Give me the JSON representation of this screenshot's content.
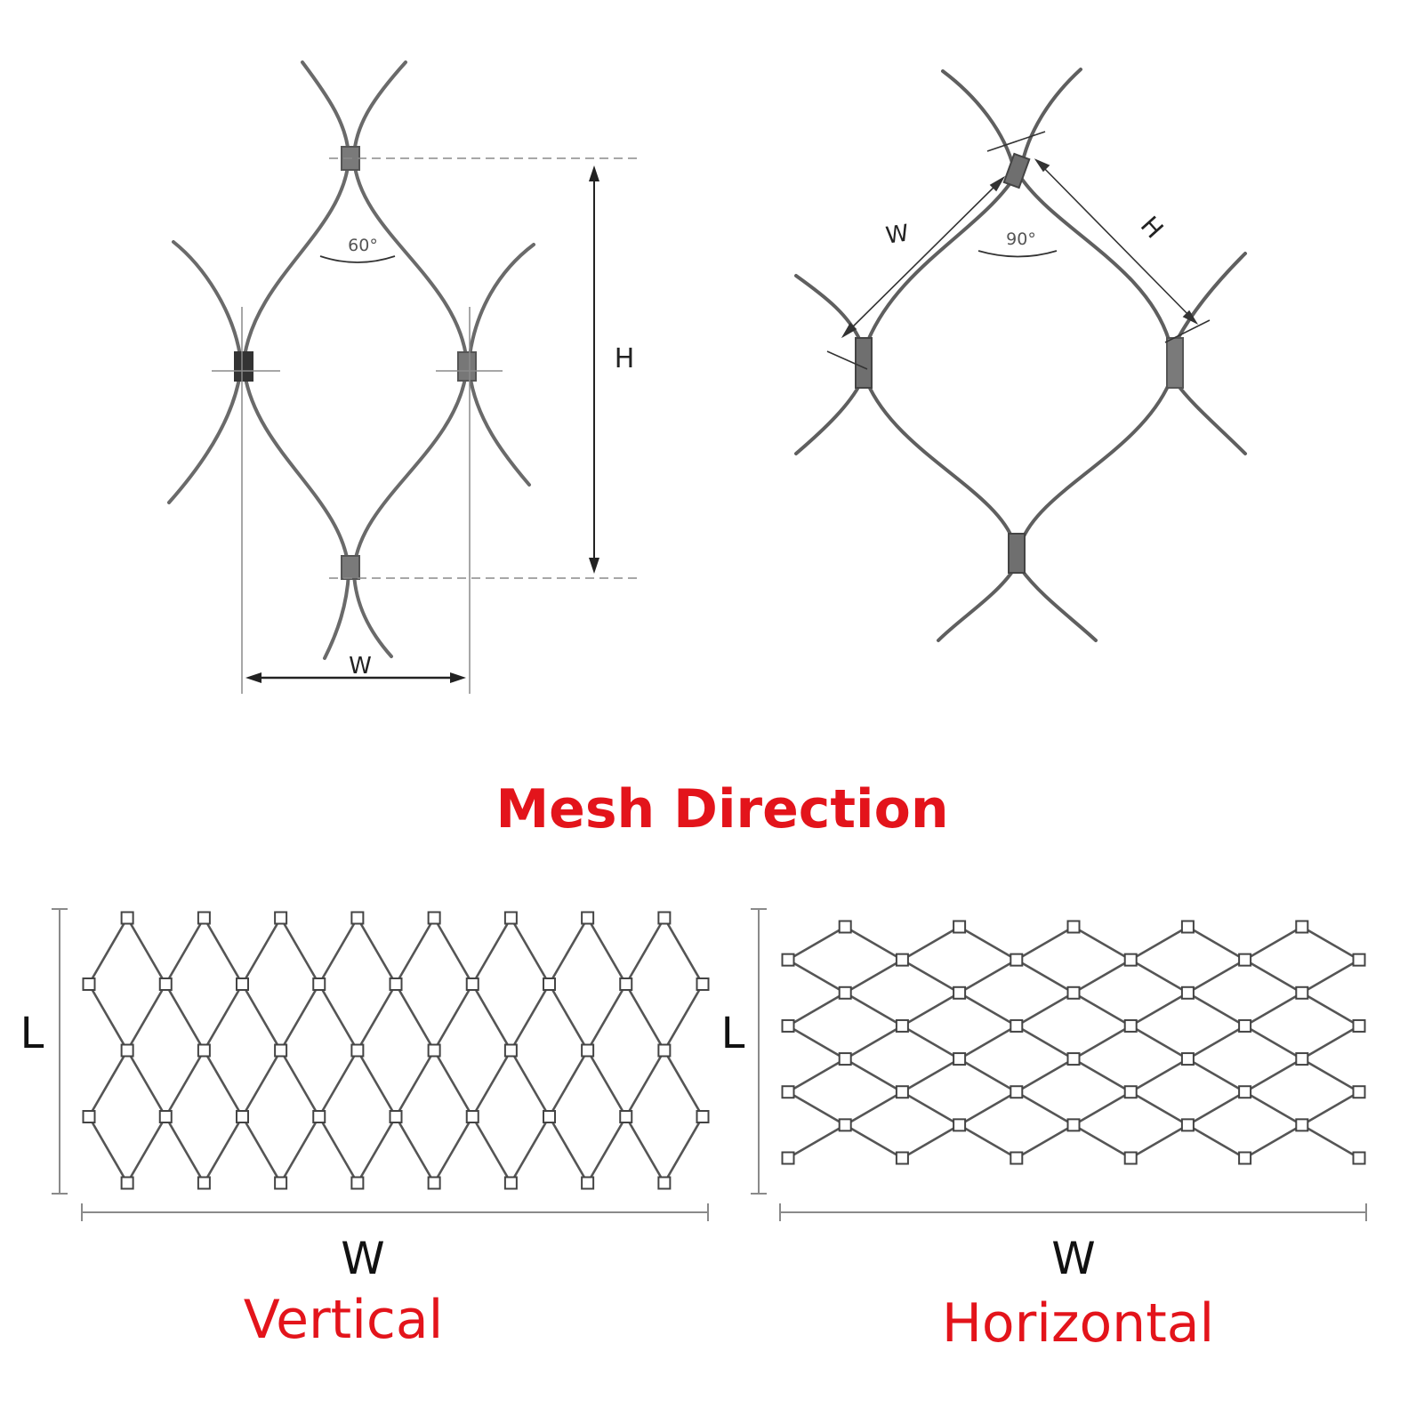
{
  "title": "Mesh Direction",
  "detail_left": {
    "angle": "60°",
    "height_label": "H",
    "width_label": "W"
  },
  "detail_right": {
    "angle": "90°",
    "height_label": "H",
    "width_label": "W"
  },
  "panel_vertical": {
    "length_label": "L",
    "width_label": "W",
    "caption": "Vertical"
  },
  "panel_horizontal": {
    "length_label": "L",
    "width_label": "W",
    "caption": "Horizontal"
  },
  "colors": {
    "accent": "#e3141b",
    "wire": "#555555",
    "dim_line": "#8a8a8a"
  }
}
